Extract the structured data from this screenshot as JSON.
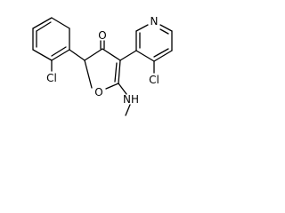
{
  "molecule": {
    "atoms": {
      "carbonyl_oxygen": "O",
      "phenyl_chlorine": "Cl",
      "pyridine_nitrogen": "N",
      "pyridine_chlorine": "Cl",
      "ring_oxygen": "O",
      "amine_nh": "NH"
    }
  }
}
